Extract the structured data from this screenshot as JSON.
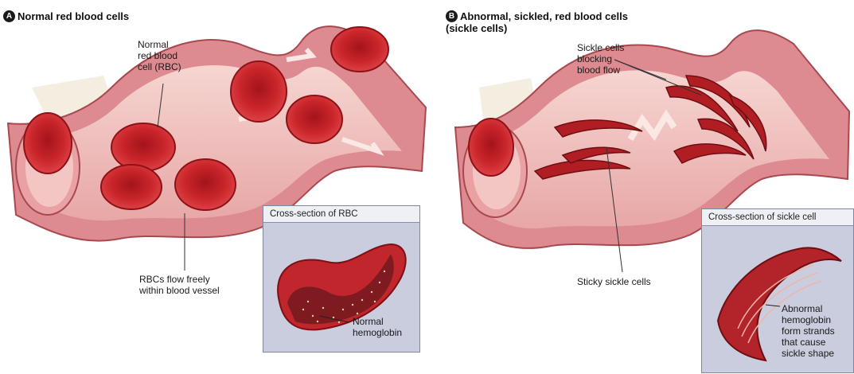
{
  "panel_a": {
    "badge": "A",
    "title": "Normal red blood cells",
    "label_rbc": "Normal\nred blood\ncell (RBC)",
    "label_flow": "RBCs flow freely\nwithin blood vessel",
    "inset_title": "Cross-section of RBC",
    "inset_label": "Normal\nhemoglobin"
  },
  "panel_b": {
    "badge": "B",
    "title": "Abnormal, sickled, red blood cells\n(sickle cells)",
    "label_blocking": "Sickle cells\nblocking\nblood flow",
    "label_sticky": "Sticky sickle cells",
    "inset_title": "Cross-section of sickle cell",
    "inset_label": "Abnormal\nhemoglobin\nform strands\nthat cause\nsickle shape"
  },
  "colors": {
    "vessel_outer": "#d9868b",
    "vessel_inner": "#f3c9c5",
    "cell": "#c9252b",
    "cell_dark": "#8e1116",
    "inset_bg": "#c9cddd"
  }
}
